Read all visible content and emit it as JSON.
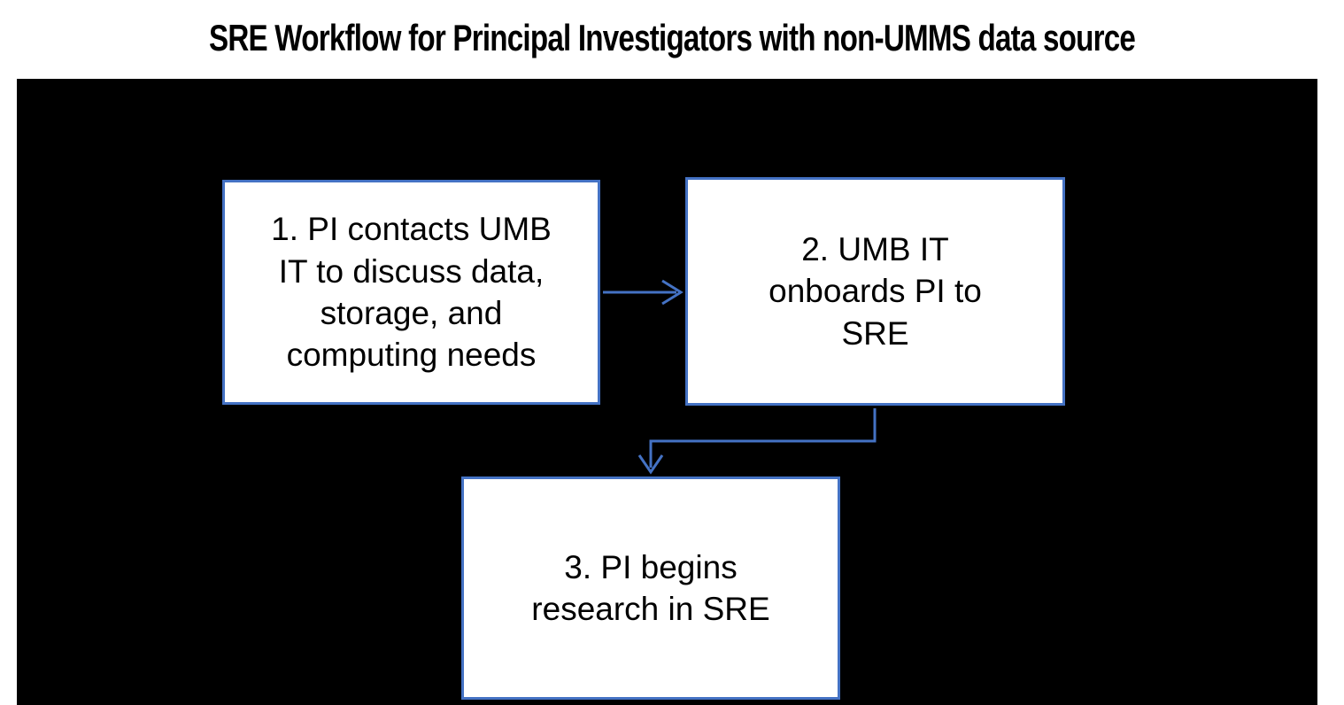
{
  "title": "SRE Workflow for Principal Investigators with non-UMMS data source",
  "colors": {
    "canvas_background": "#000000",
    "box_fill": "#ffffff",
    "box_border": "#4472C4",
    "connector": "#4472C4",
    "text": "#000000",
    "page_background": "#ffffff"
  },
  "diagram": {
    "type": "flowchart",
    "steps": [
      {
        "id": "1",
        "label": "1. PI contacts UMB\nIT to discuss data,\nstorage, and\ncomputing needs"
      },
      {
        "id": "2",
        "label": "2. UMB IT\nonboards PI to\nSRE"
      },
      {
        "id": "3",
        "label": "3. PI begins\nresearch in SRE"
      }
    ],
    "connectors": [
      {
        "from": "1",
        "to": "2",
        "style": "straight-arrow-right"
      },
      {
        "from": "2",
        "to": "3",
        "style": "elbow-arrow-down"
      }
    ]
  }
}
